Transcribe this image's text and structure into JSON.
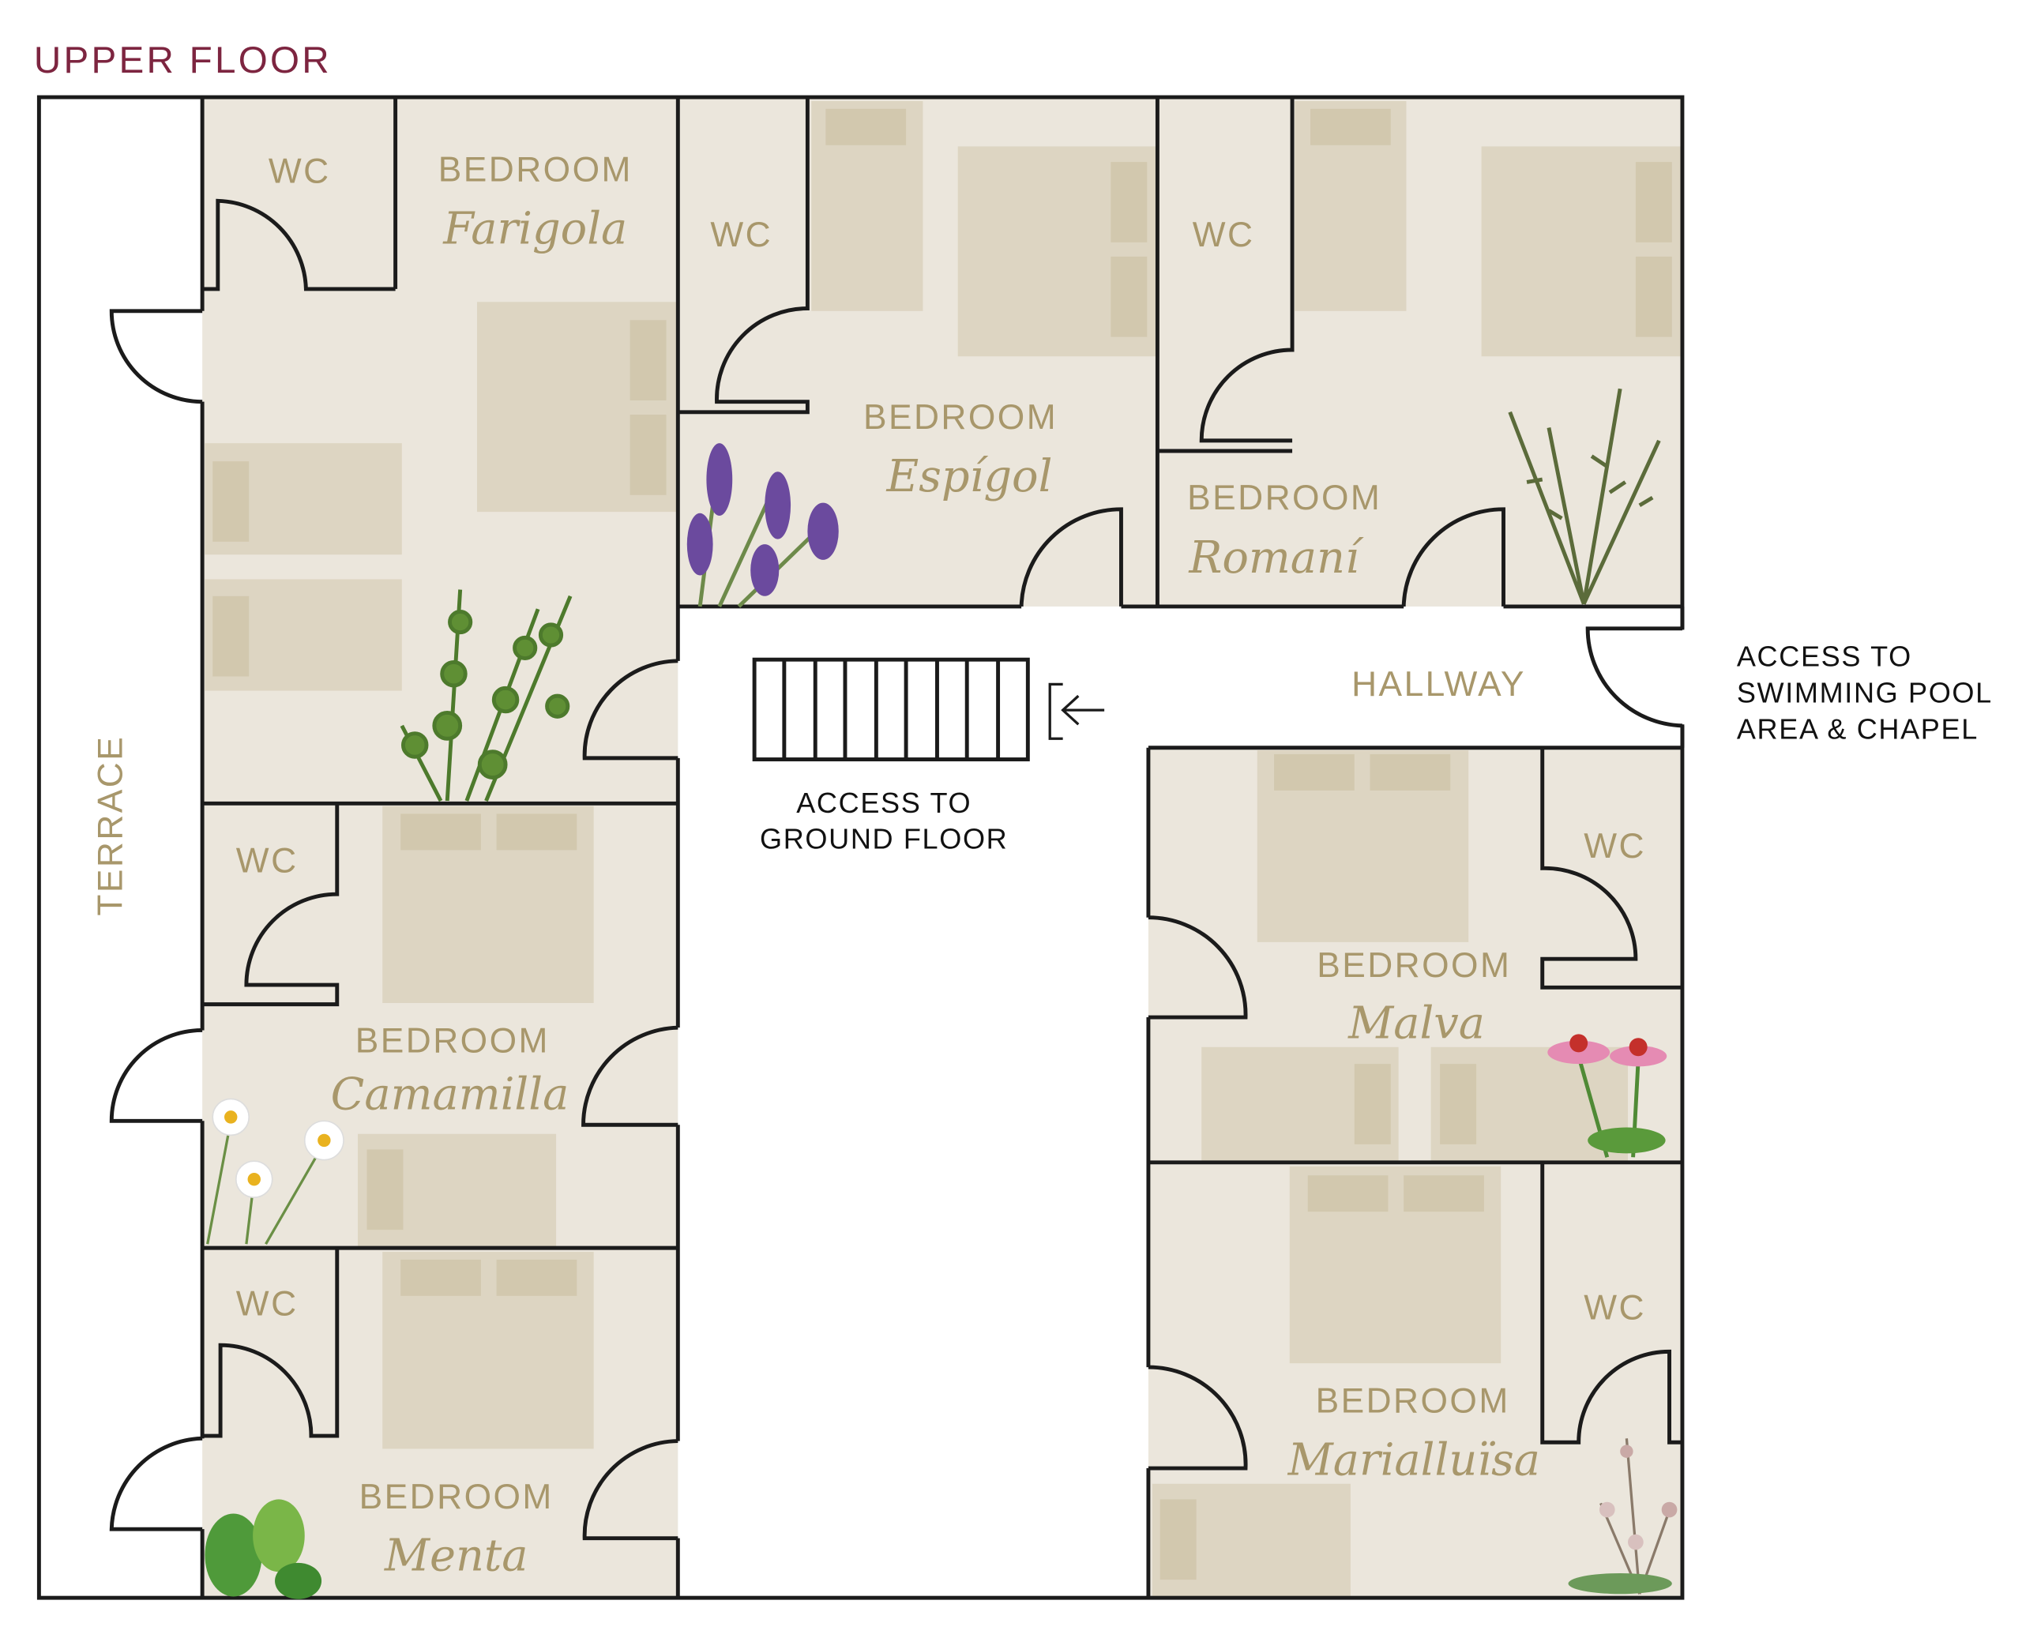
{
  "title": "UPPER FLOOR",
  "colors": {
    "title": "#7d2540",
    "label": "#a8976b",
    "room": "#ebe6dc",
    "furniture": "#ddd5c2",
    "wall": "#1b1b1b"
  },
  "terrace": "TERRACE",
  "hallway": "HALLWAY",
  "wc": "WC",
  "bedroom": "BEDROOM",
  "rooms": [
    {
      "name": "Farigola",
      "plant": "thyme"
    },
    {
      "name": "Espígol",
      "plant": "lavender"
    },
    {
      "name": "Romaní",
      "plant": "rosemary"
    },
    {
      "name": "Camamilla",
      "plant": "chamomile"
    },
    {
      "name": "Menta",
      "plant": "mint"
    },
    {
      "name": "Malva",
      "plant": "echinacea"
    },
    {
      "name": "Marialluïsa",
      "plant": "lemon-verbena"
    }
  ],
  "stairs": {
    "line1": "ACCESS TO",
    "line2": "GROUND FLOOR",
    "icon": "arrow-left-icon"
  },
  "pool_access": {
    "line1": "ACCESS TO",
    "line2": "SWIMMING POOL",
    "line3": "AREA & CHAPEL"
  }
}
